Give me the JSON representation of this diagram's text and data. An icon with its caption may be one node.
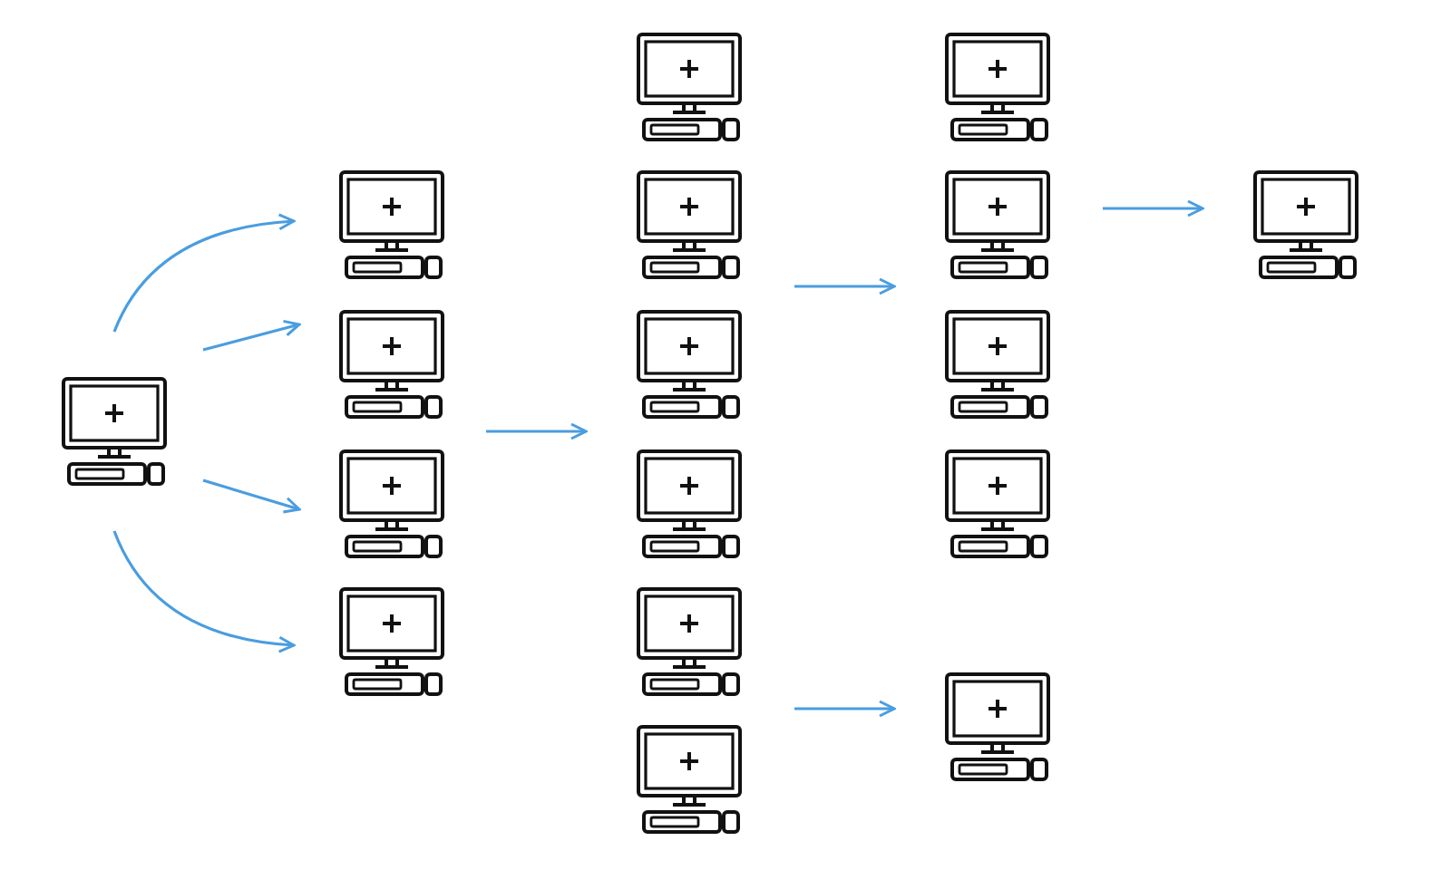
{
  "diagram": {
    "nodes": [
      {
        "text": [],
        "shape": "picture"
      },
      {
        "text": [],
        "shape": "picture"
      },
      {
        "text": [],
        "shape": "picture"
      },
      {
        "text": [],
        "shape": "picture"
      },
      {
        "text": [],
        "shape": "picture"
      },
      {
        "text": [],
        "shape": "picture"
      },
      {
        "text": [],
        "shape": "picture"
      },
      {
        "text": [],
        "shape": "picture"
      },
      {
        "text": [],
        "shape": "picture"
      },
      {
        "text": [],
        "shape": "picture"
      },
      {
        "text": [],
        "shape": "picture"
      },
      {
        "text": [],
        "shape": "picture"
      },
      {
        "text": [],
        "shape": "picture"
      },
      {
        "text": [],
        "shape": "picture"
      },
      {
        "text": [],
        "shape": "picture"
      },
      {
        "text": [],
        "shape": "picture"
      },
      {
        "text": [],
        "shape": "picture"
      }
    ],
    "edges": [
      {
        "from": 0,
        "to": 1,
        "arrow": "to"
      },
      {
        "from": 0,
        "to": 2,
        "arrow": "to"
      },
      {
        "from": 0,
        "to": 3,
        "arrow": "to"
      },
      {
        "from": 0,
        "to": 4,
        "arrow": "to"
      },
      {
        "from": 2,
        "to": 7,
        "arrow": "to"
      },
      {
        "from": 3,
        "to": 8,
        "arrow": "to"
      },
      {
        "from": 6,
        "to": 12,
        "arrow": "to"
      },
      {
        "from": 7,
        "to": 13,
        "arrow": "to"
      },
      {
        "from": 9,
        "to": 15,
        "arrow": "to"
      },
      {
        "from": 10,
        "to": 15,
        "arrow": "to"
      },
      {
        "from": 12,
        "to": 16,
        "arrow": "to"
      }
    ]
  }
}
